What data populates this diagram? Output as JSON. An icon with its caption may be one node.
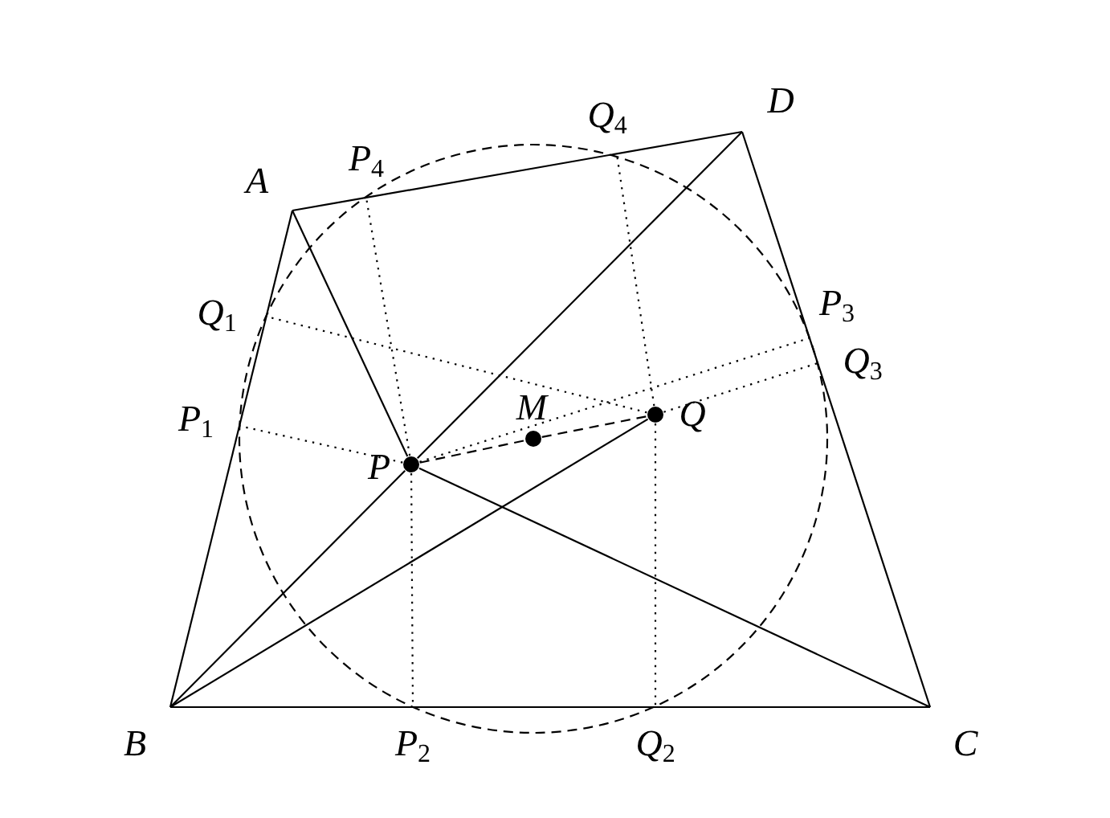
{
  "diagram": {
    "nodes": [
      {
        "text": [
          "A"
        ]
      },
      {
        "text": [
          "B"
        ]
      },
      {
        "text": [
          "C"
        ]
      },
      {
        "text": [
          "D"
        ]
      },
      {
        "text": [
          "P"
        ]
      },
      {
        "text": [
          "Q"
        ]
      },
      {
        "text": [
          "M"
        ]
      },
      {
        "text": [
          "P$_{1}$"
        ]
      },
      {
        "text": [
          "P$_{2}$"
        ]
      },
      {
        "text": [
          "P$_{3}$"
        ]
      },
      {
        "text": [
          "P$_{4}$"
        ]
      },
      {
        "text": [
          "Q$_{1}$"
        ]
      },
      {
        "text": [
          "Q$_{2}$"
        ]
      },
      {
        "text": [
          "Q$_{3}$"
        ]
      },
      {
        "text": [
          "Q$_{4}$"
        ]
      }
    ],
    "edges": [
      {
        "from": 0,
        "to": 1,
        "arrow": "none"
      },
      {
        "from": 1,
        "to": 2,
        "arrow": "none"
      },
      {
        "from": 2,
        "to": 3,
        "arrow": "none"
      },
      {
        "from": 3,
        "to": 0,
        "arrow": "none"
      },
      {
        "from": 1,
        "to": 4,
        "arrow": "none"
      },
      {
        "from": 4,
        "to": 3,
        "arrow": "none"
      },
      {
        "from": 0,
        "to": 4,
        "arrow": "none"
      },
      {
        "from": 4,
        "to": 2,
        "arrow": "none"
      },
      {
        "from": 1,
        "to": 5,
        "arrow": "none"
      },
      {
        "from": 4,
        "to": 6,
        "arrow": "none",
        "style": "dashed"
      },
      {
        "from": 6,
        "to": 5,
        "arrow": "none",
        "style": "dashed"
      },
      {
        "from": 4,
        "to": 7,
        "arrow": "none",
        "style": "dashed"
      },
      {
        "from": 4,
        "to": 8,
        "arrow": "none",
        "style": "dashed"
      },
      {
        "from": 4,
        "to": 9,
        "arrow": "none",
        "style": "dashed"
      },
      {
        "from": 4,
        "to": 10,
        "arrow": "none",
        "style": "dashed"
      },
      {
        "from": 5,
        "to": 11,
        "arrow": "none",
        "style": "dashed"
      },
      {
        "from": 5,
        "to": 12,
        "arrow": "none",
        "style": "dashed"
      },
      {
        "from": 5,
        "to": 13,
        "arrow": "none",
        "style": "dashed"
      },
      {
        "from": 5,
        "to": 14,
        "arrow": "none",
        "style": "dashed"
      }
    ]
  }
}
